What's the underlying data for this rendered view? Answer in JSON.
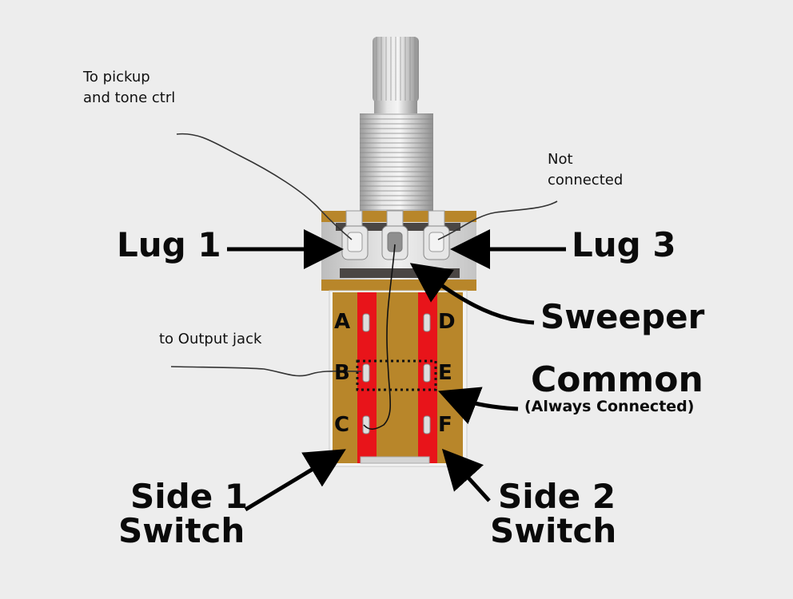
{
  "notes": {
    "pickup_line1": "To pickup",
    "pickup_line2": "and tone ctrl",
    "not_connected_line1": "Not",
    "not_connected_line2": "connected",
    "output_jack": "to Output jack"
  },
  "labels": {
    "lug1": "Lug 1",
    "lug3": "Lug 3",
    "sweeper": "Sweeper",
    "common": "Common",
    "common_sub": "(Always Connected)",
    "side1_line1": "Side 1",
    "side1_line2": "Switch",
    "side2_line1": "Side 2",
    "side2_line2": "Switch"
  },
  "pins": {
    "a": "A",
    "b": "B",
    "c": "C",
    "d": "D",
    "e": "E",
    "f": "F"
  },
  "colors": {
    "background": "#ededed",
    "switch_body": "#b8862a",
    "switch_strip": "#e8141a",
    "metal": "#d8d8d8",
    "text": "#0a0a0a"
  }
}
